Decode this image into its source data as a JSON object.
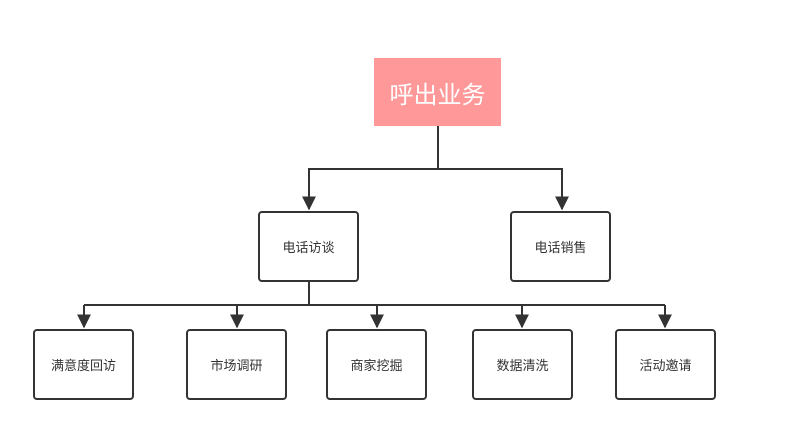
{
  "colors": {
    "root_fill": "#ff9999",
    "root_text": "#ffffff",
    "line": "#333333",
    "node_border": "#333333",
    "node_text": "#333333"
  },
  "root": {
    "label": "呼出业务"
  },
  "level2": [
    {
      "label": "电话访谈"
    },
    {
      "label": "电话销售"
    }
  ],
  "level3": [
    {
      "label": "满意度回访"
    },
    {
      "label": "市场调研"
    },
    {
      "label": "商家挖掘"
    },
    {
      "label": "数据清洗"
    },
    {
      "label": "活动邀请"
    }
  ]
}
